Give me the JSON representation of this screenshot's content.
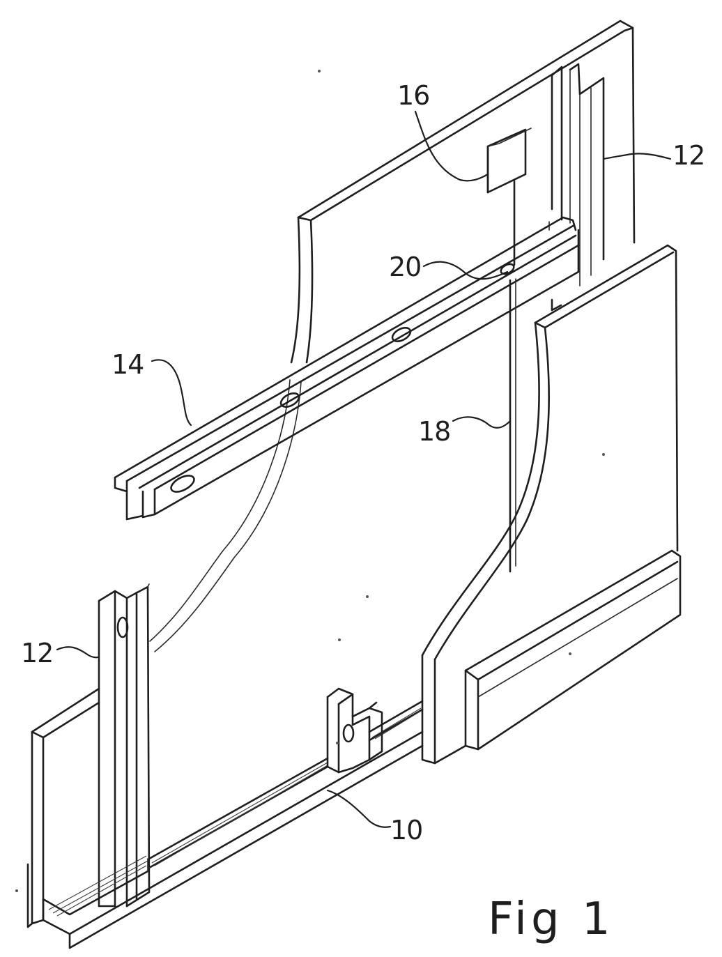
{
  "figure": {
    "caption": "Fig 1",
    "reference_numerals": {
      "track": "10",
      "stud_right": "12",
      "stud_left": "12",
      "channel": "14",
      "box": "16",
      "conduit": "18",
      "aperture": "20"
    }
  }
}
